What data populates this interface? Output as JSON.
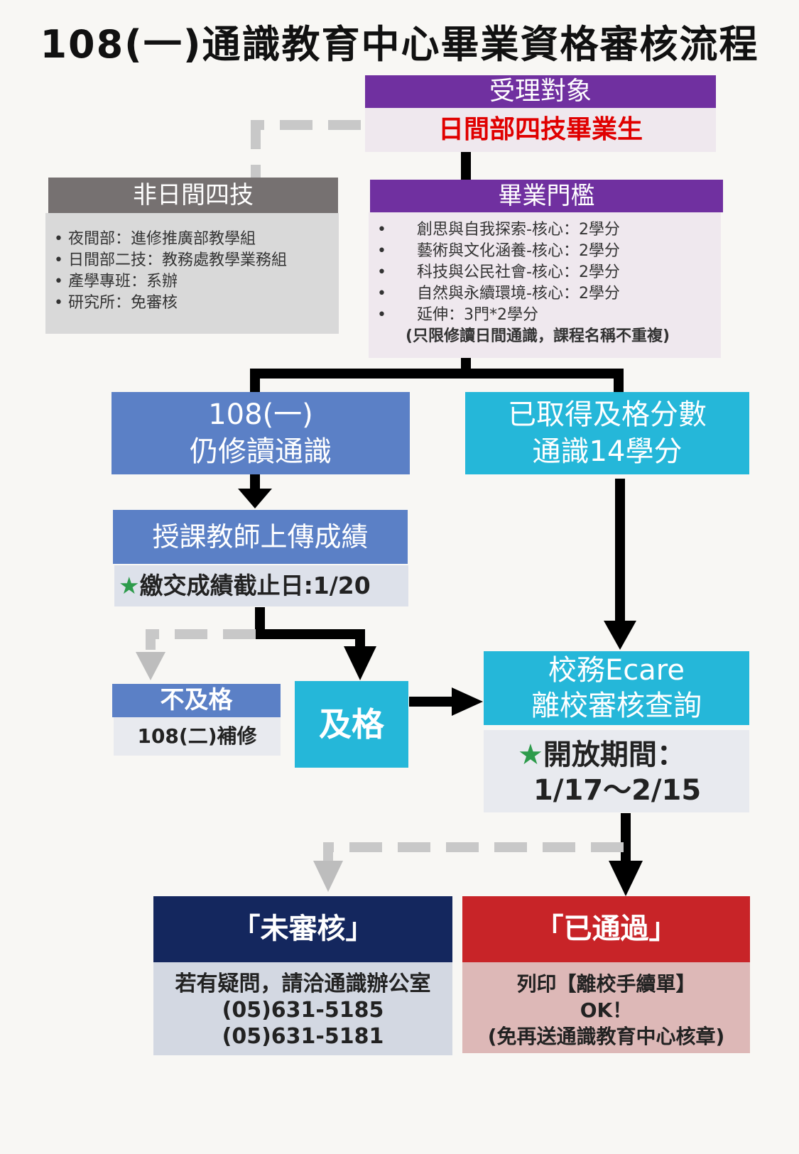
{
  "title": "108(一)通識教育中心畢業資格審核流程",
  "target": {
    "header": "受理對象",
    "value": "日間部四技畢業生"
  },
  "non_day": {
    "header": "非日間四技",
    "items": [
      "夜間部：進修推廣部教學組",
      "日間部二技：教務處教學業務組",
      "產學專班：系辦",
      "研究所：免審核"
    ]
  },
  "threshold": {
    "header": "畢業門檻",
    "items": [
      "創思與自我探索-核心：2學分",
      "藝術與文化涵養-核心：2學分",
      "科技與公民社會-核心：2學分",
      "自然與永續環境-核心：2學分",
      "延伸：3門*2學分"
    ],
    "note": "(只限修讀日間通識，課程名稱不重複)"
  },
  "still_studying": {
    "line1": "108(一)",
    "line2": "仍修讀通識"
  },
  "already_passed": {
    "line1": "已取得及格分數",
    "line2": "通識14學分"
  },
  "teacher_upload": {
    "header": "授課教師上傳成績",
    "star": "★",
    "deadline": "繳交成績截止日:1/20"
  },
  "fail": {
    "header": "不及格",
    "value": "108(二)補修"
  },
  "pass": {
    "label": "及格"
  },
  "ecare": {
    "line1": "校務Ecare",
    "line2": "離校審核查詢",
    "star": "★",
    "period_label": "開放期間：",
    "period": "1/17～2/15"
  },
  "not_reviewed": {
    "header": "「未審核」",
    "line1": "若有疑問，請洽通識辦公室",
    "line2": "(05)631-5185",
    "line3": "(05)631-5181"
  },
  "passed_result": {
    "header": "「已通過」",
    "line1": "列印【離校手續單】",
    "line2": "OK！",
    "line3": "(免再送通識教育中心核章)"
  },
  "colors": {
    "purple": "#7030a0",
    "blue": "#5b80c6",
    "cyan": "#25b7d9",
    "navy": "#14275e",
    "red": "#c82428",
    "highlight_red": "#e00000",
    "star_green": "#2d9b4b"
  }
}
